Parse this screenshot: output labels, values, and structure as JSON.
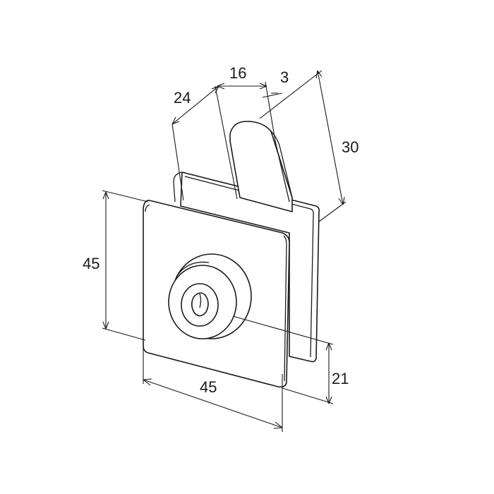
{
  "drawing": {
    "subject": "glass clamp bracket",
    "dimensions": {
      "front_plate_height": "45",
      "front_plate_width": "45",
      "hole_center_offset": "21",
      "plate_gap": "24",
      "tab_width": "16",
      "tab_thickness": "3",
      "tab_length": "30"
    },
    "colors": {
      "line": "#1a1a1a",
      "background": "#ffffff"
    }
  }
}
